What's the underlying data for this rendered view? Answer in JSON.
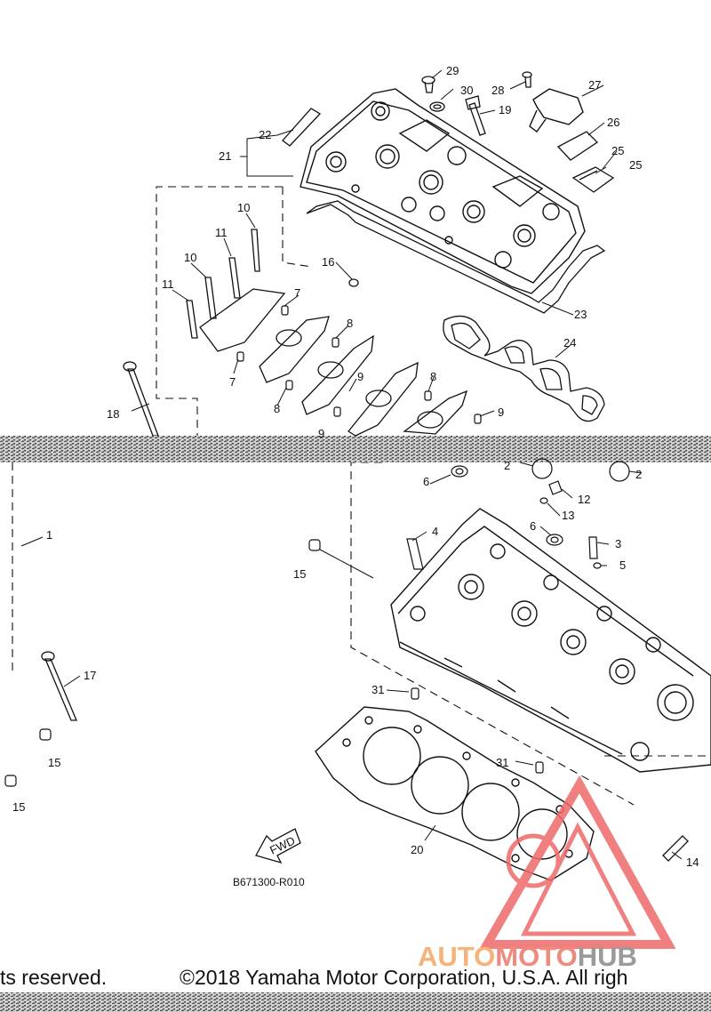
{
  "diagram": {
    "part_labels": [
      "29",
      "30",
      "28",
      "27",
      "19",
      "26",
      "25",
      "25",
      "22",
      "21",
      "10",
      "11",
      "10",
      "11",
      "16",
      "7",
      "8",
      "23",
      "24",
      "7",
      "8",
      "9",
      "18",
      "8",
      "9",
      "9",
      "2",
      "2",
      "6",
      "12",
      "13",
      "1",
      "4",
      "6",
      "3",
      "15",
      "5",
      "17",
      "31",
      "31",
      "15",
      "15",
      "20",
      "14"
    ],
    "drawing_code": "B671300-R010",
    "fwd_label": "FWD"
  },
  "footer": {
    "copyright_left": "ts reserved.",
    "copyright_right": "©2018 Yamaha Motor Corporation, U.S.A. All righ"
  },
  "watermark": {
    "part1": "AUTO",
    "part2": "MOTO",
    "part3": "HUB",
    "color_auto": "#f7b27a",
    "color_moto": "#ef8a7c",
    "color_hub": "#9a9a9a",
    "triangle_color": "#ee6b6b"
  }
}
